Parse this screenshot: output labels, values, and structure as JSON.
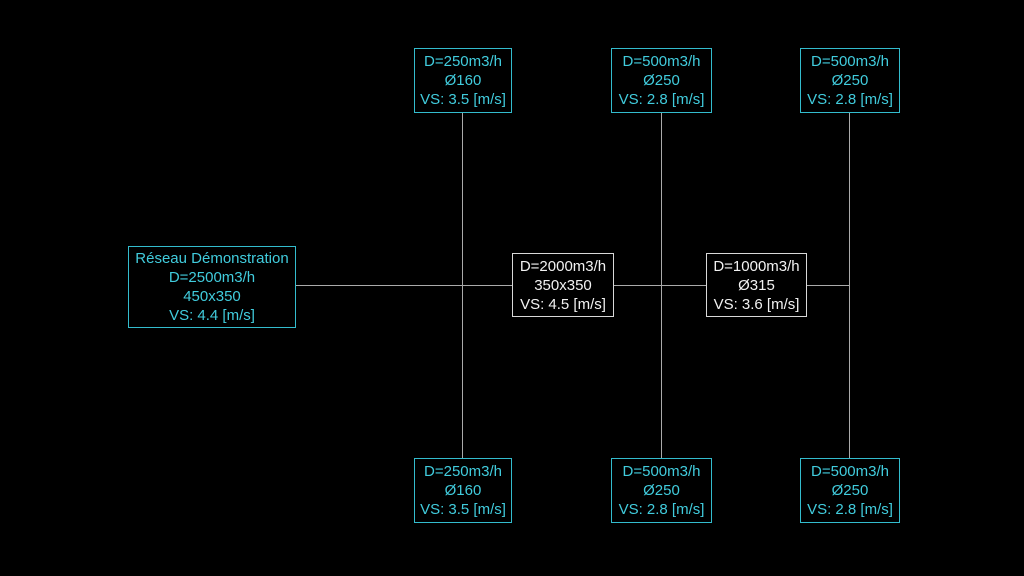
{
  "colors": {
    "background": "#000000",
    "cyan_node_border": "#33bccd",
    "cyan_node_text": "#41ccdd",
    "white_node_border": "#d9d9d9",
    "white_node_text": "#f2f2f2",
    "connector_line": "#aaaaaa"
  },
  "nodes": {
    "source": {
      "lines": [
        "Réseau Démonstration",
        "D=2500m3/h",
        "450x350",
        "VS: 4.4 [m/s]"
      ]
    },
    "main_duct": {
      "lines": [
        "D=2000m3/h",
        "350x350",
        "VS: 4.5 [m/s]"
      ]
    },
    "secondary_duct": {
      "lines": [
        "D=1000m3/h",
        "Ø315",
        "VS: 3.6 [m/s]"
      ]
    },
    "branch_top_1": {
      "lines": [
        "D=250m3/h",
        "Ø160",
        "VS: 3.5 [m/s]"
      ]
    },
    "branch_top_2": {
      "lines": [
        "D=500m3/h",
        "Ø250",
        "VS: 2.8 [m/s]"
      ]
    },
    "branch_top_3": {
      "lines": [
        "D=500m3/h",
        "Ø250",
        "VS: 2.8 [m/s]"
      ]
    },
    "branch_bottom_1": {
      "lines": [
        "D=250m3/h",
        "Ø160",
        "VS: 3.5 [m/s]"
      ]
    },
    "branch_bottom_2": {
      "lines": [
        "D=500m3/h",
        "Ø250",
        "VS: 2.8 [m/s]"
      ]
    },
    "branch_bottom_3": {
      "lines": [
        "D=500m3/h",
        "Ø250",
        "VS: 2.8 [m/s]"
      ]
    }
  }
}
